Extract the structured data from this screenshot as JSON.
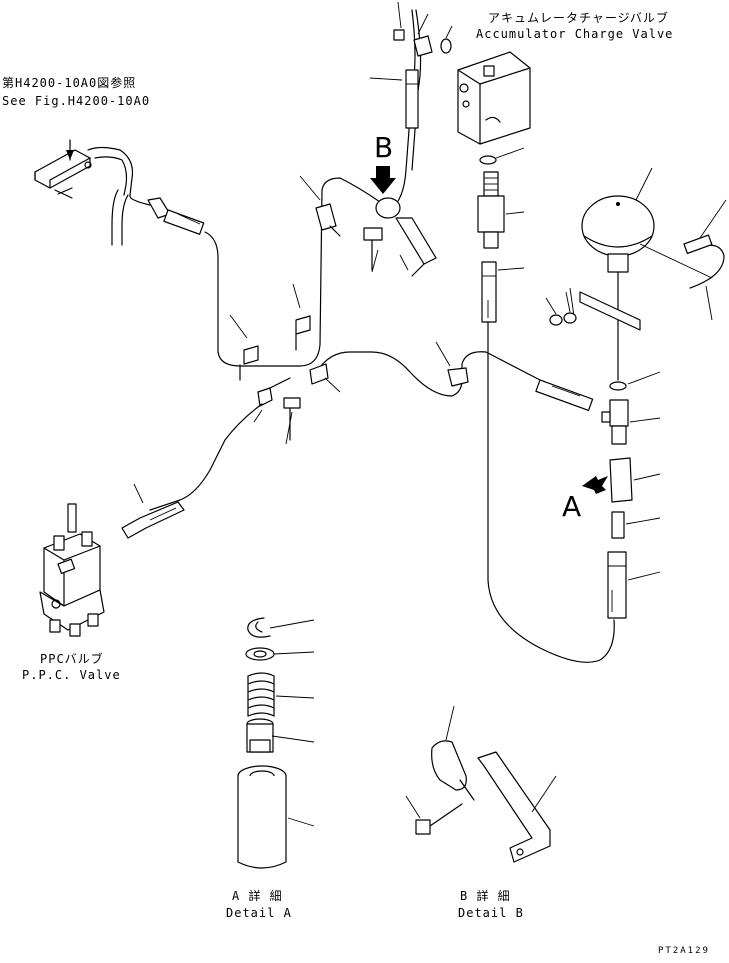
{
  "labels": {
    "fig_ref_jp": "第H4200-10A0図参照",
    "fig_ref_en": "See Fig.H4200-10A0",
    "acc_valve_jp": "アキュムレータチャージバルブ",
    "acc_valve_en": "Accumulator Charge Valve",
    "ppc_jp": "PPCバルブ",
    "ppc_en": "P.P.C. Valve",
    "marker_a": "A",
    "marker_b": "B",
    "detail_a_jp": "A 詳 細",
    "detail_a_en": "Detail A",
    "detail_b_jp": "B 詳 細",
    "detail_b_en": "Detail B",
    "drawing_code": "PT2A129"
  }
}
